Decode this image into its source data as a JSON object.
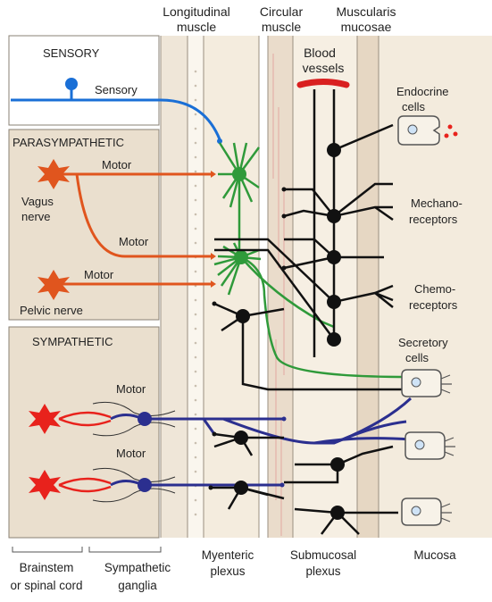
{
  "header_labels": {
    "longitudinal": [
      "Longitudinal",
      "muscle"
    ],
    "circular": [
      "Circular",
      "muscle"
    ],
    "muscularis": [
      "Muscularis",
      "mucosae"
    ]
  },
  "blood_vessels": [
    "Blood",
    "vessels"
  ],
  "left_panels": {
    "sensory": {
      "title": "SENSORY",
      "neuron_label": "Sensory"
    },
    "parasympathetic": {
      "title": "PARASYMPATHETIC",
      "motor_label": "Motor",
      "vagus": [
        "Vagus",
        "nerve"
      ],
      "pelvic": "Pelvic nerve"
    },
    "sympathetic": {
      "title": "SYMPATHETIC",
      "motor_label": "Motor"
    }
  },
  "right_labels": {
    "endocrine": [
      "Endocrine",
      "cells"
    ],
    "mechano": [
      "Mechano-",
      "receptors"
    ],
    "chemo": [
      "Chemo-",
      "receptors"
    ],
    "secretory": [
      "Secretory",
      "cells"
    ]
  },
  "footer_labels": {
    "brainstem": [
      "Brainstem",
      "or spinal cord"
    ],
    "sympathetic_ganglia": [
      "Sympathetic",
      "ganglia"
    ],
    "myenteric": [
      "Myenteric",
      "plexus"
    ],
    "submucosal": [
      "Submucosal",
      "plexus"
    ],
    "mucosa": "Mucosa"
  },
  "colors": {
    "sensory": "#1a6fd6",
    "parasympathetic": "#e0551e",
    "sympathetic_pre": "#e8221c",
    "sympathetic_post": "#2b2f8f",
    "enteric_green": "#2f9a3a",
    "enteric_black": "#111111",
    "panel_fill": "#eadfce",
    "blood_vessel": "#d92020"
  }
}
